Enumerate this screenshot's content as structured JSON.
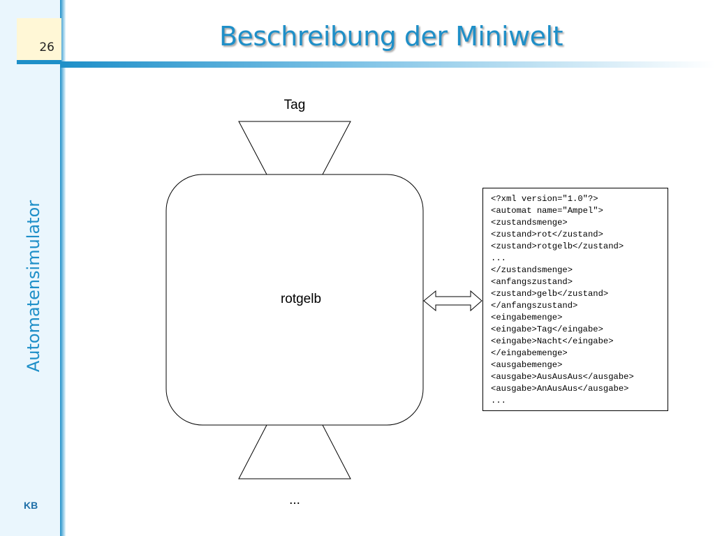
{
  "slide": {
    "number": "26",
    "title": "Beschreibung der Miniwelt",
    "side_label": "Automatensimulator",
    "footer": "KB"
  },
  "diagram": {
    "input_label": "Tag",
    "state_label": "rotgelb",
    "output_label": "..."
  },
  "xml": {
    "lines": [
      "<?xml version=\"1.0\"?>",
      "<automat name=\"Ampel\">",
      "<zustandsmenge>",
      "<zustand>rot</zustand>",
      "<zustand>rotgelb</zustand>",
      "...",
      "</zustandsmenge>",
      "<anfangszustand>",
      "<zustand>gelb</zustand>",
      "</anfangszustand>",
      "<eingabemenge>",
      "<eingabe>Tag</eingabe>",
      "<eingabe>Nacht</eingabe>",
      "</eingabemenge>",
      "<ausgabemenge>",
      "<ausgabe>AusAusAus</ausgabe>",
      "<ausgabe>AnAusAus</ausgabe>",
      "..."
    ]
  }
}
